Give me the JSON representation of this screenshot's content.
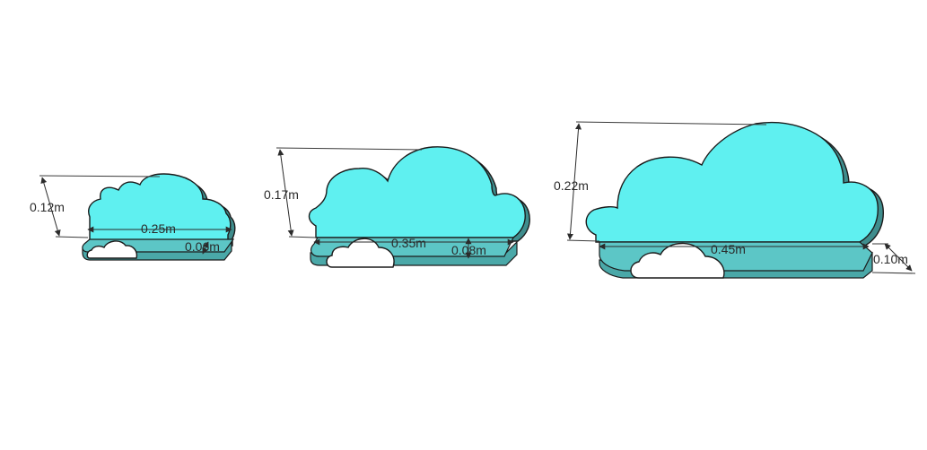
{
  "colors": {
    "cloud_face": "#5ff0f0",
    "cloud_side": "#3f8d8d",
    "shelf_top": "#5cc6c6",
    "shelf_edge": "#4aa8a8",
    "small_cloud": "#ffffff",
    "background": "#ffffff"
  },
  "shelves": [
    {
      "name": "small",
      "height_label": "0.12m",
      "width_label": "0.25m",
      "depth_label": "0.06m"
    },
    {
      "name": "medium",
      "height_label": "0.17m",
      "width_label": "0.35m",
      "depth_label": "0.08m"
    },
    {
      "name": "large",
      "height_label": "0.22m",
      "width_label": "0.45m",
      "depth_label": "0.10m"
    }
  ]
}
